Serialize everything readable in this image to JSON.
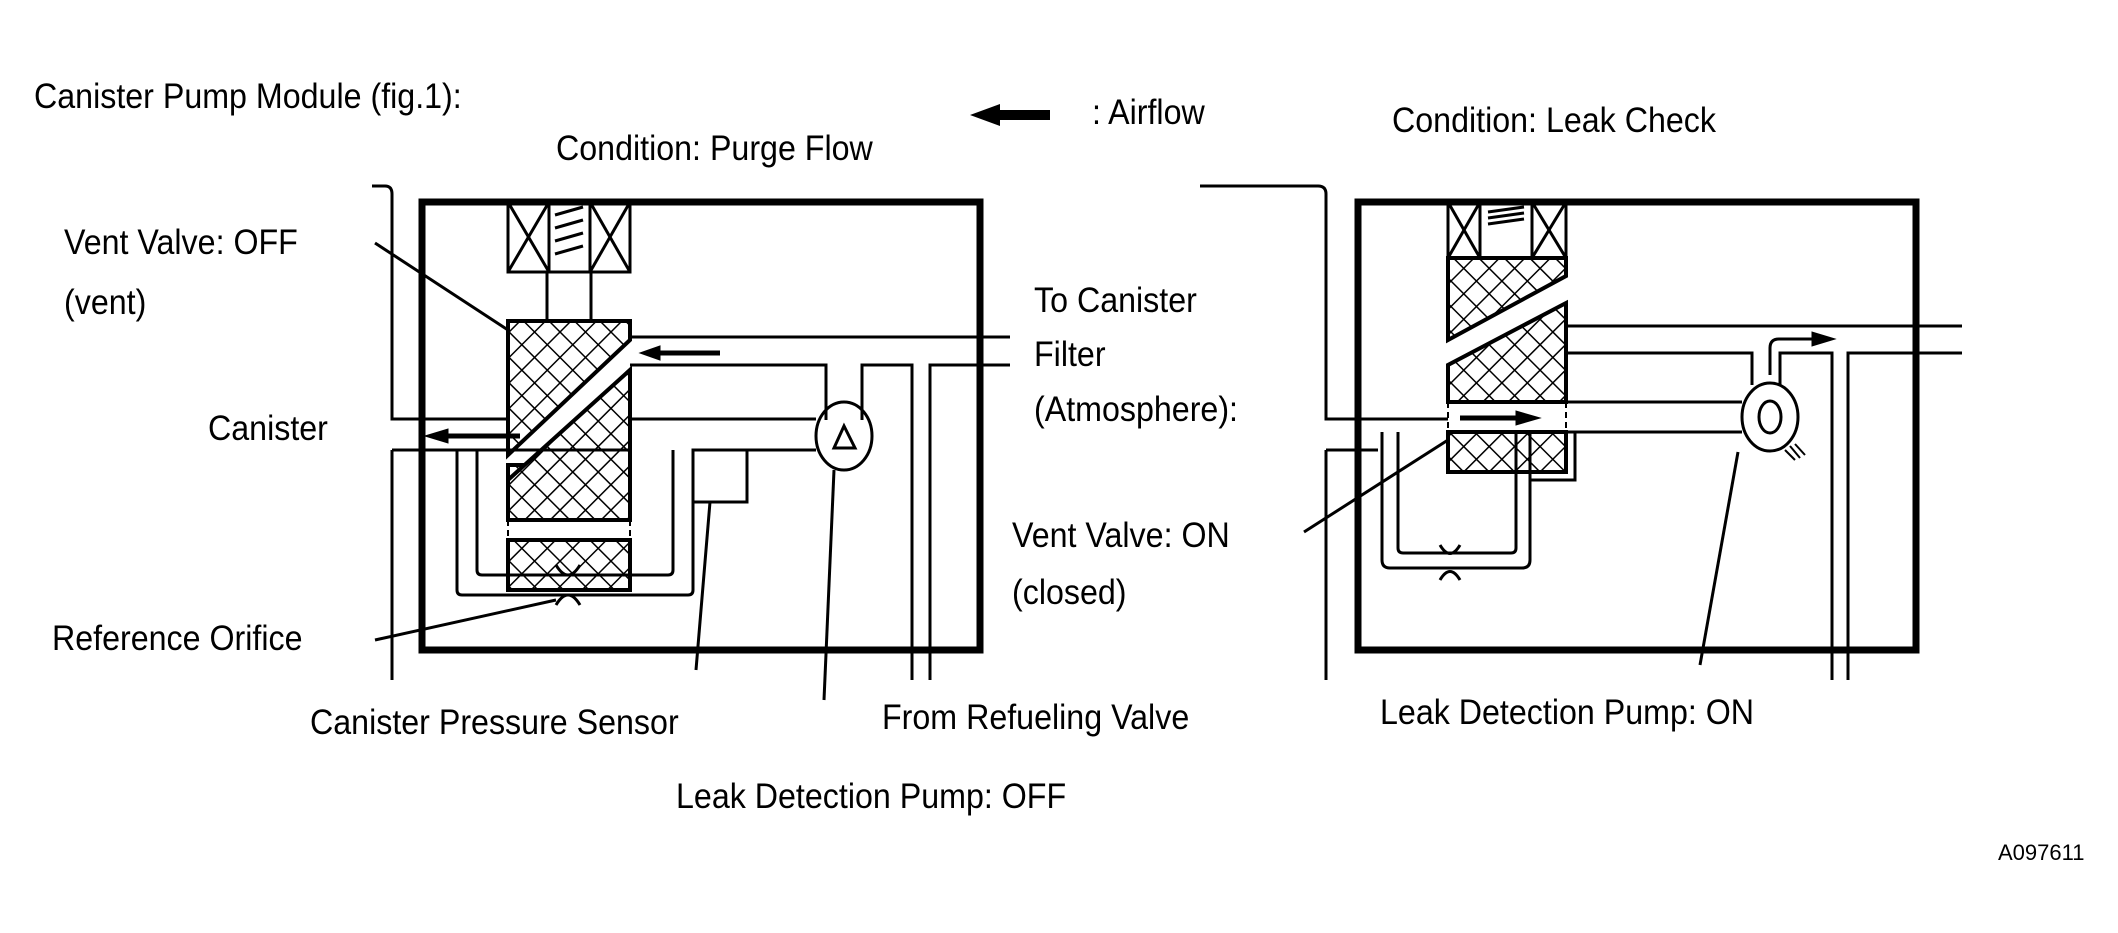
{
  "figure": {
    "title": "Canister Pump Module (fig.1):",
    "legend": {
      "icon": "left-arrow-icon",
      "label": ": Airflow"
    },
    "reference_code": "A097611",
    "colors": {
      "ink": "#000000",
      "background": "#ffffff"
    }
  },
  "panels": [
    {
      "condition": "Condition: Purge Flow",
      "labels": {
        "vent_valve": "Vent Valve: OFF",
        "vent_valve_state": "(vent)",
        "canister": "Canister",
        "to_canister_filter_1": "To Canister",
        "to_canister_filter_2": "Filter",
        "to_canister_filter_3": "(Atmosphere):",
        "reference_orifice": "Reference Orifice",
        "canister_pressure_sensor": "Canister Pressure Sensor",
        "from_refueling_valve": "From Refueling Valve",
        "leak_detection_pump": "Leak Detection Pump: OFF"
      },
      "pump_symbol": "triangle",
      "airflow": "filter-to-canister"
    },
    {
      "condition": "Condition: Leak Check",
      "labels": {
        "vent_valve": "Vent Valve: ON",
        "vent_valve_state": "(closed)",
        "leak_detection_pump": "Leak Detection Pump: ON"
      },
      "pump_symbol": "circle",
      "airflow": "canister-through-pump-to-filter"
    }
  ]
}
